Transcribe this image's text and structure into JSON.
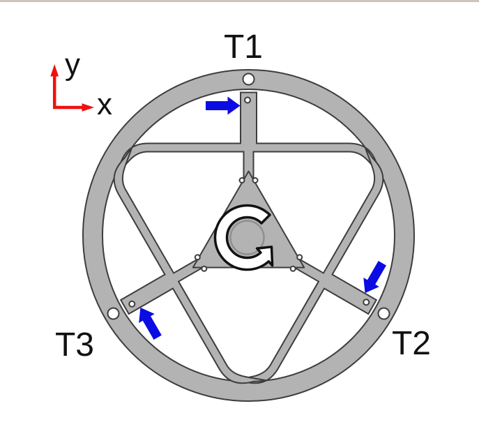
{
  "diagram": {
    "description": "Three-spoke rotary flexure mechanism with tangential force inputs",
    "labels": {
      "t1": "T1",
      "t2": "T2",
      "t3": "T3"
    },
    "axis_labels": {
      "x": "x",
      "y": "y"
    },
    "icons": {
      "rotation": "rotation-ccw-arrow",
      "force": "force-arrow",
      "axes": "xy-coordinate-axes"
    },
    "colors": {
      "background": "#ffffff",
      "top-border": "#cbc4bb",
      "part-fill": "#b3b3b3",
      "outline": "#3d3d3d",
      "force-arrow": "#0b0be4",
      "axis": "#ee1111",
      "label-text": "#111111",
      "shade": "#8f8f8f"
    }
  }
}
